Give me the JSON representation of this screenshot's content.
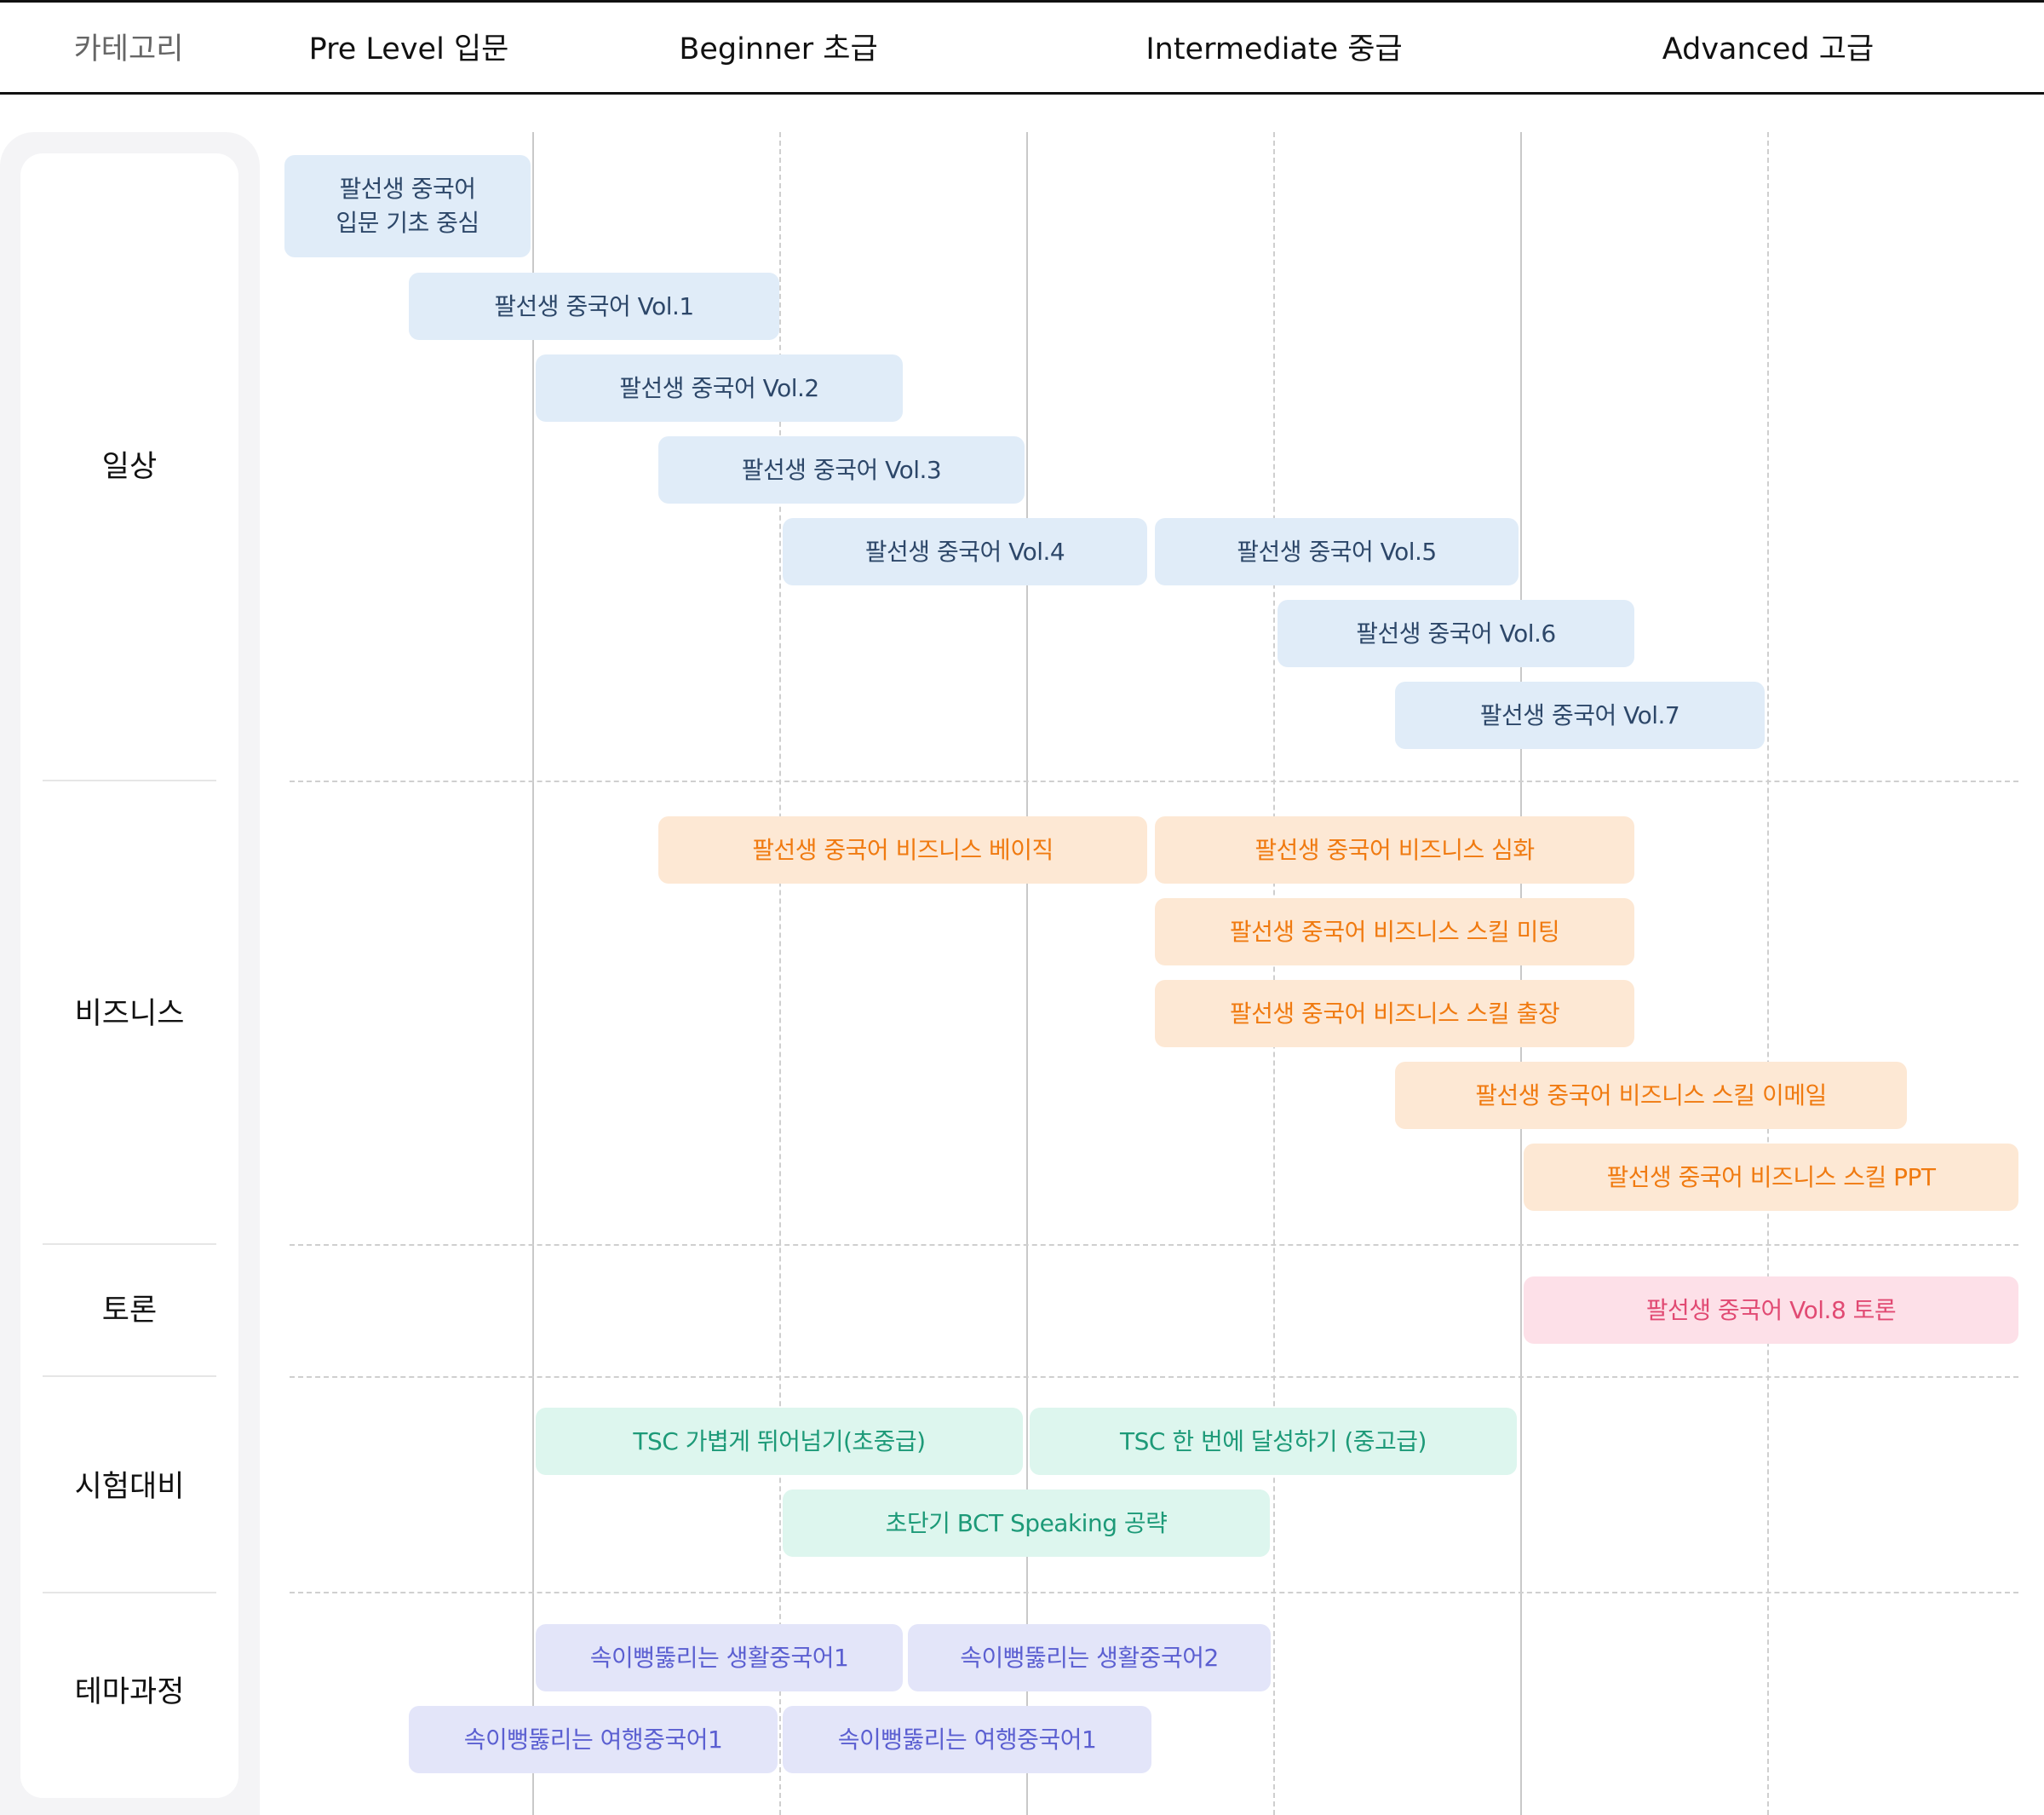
{
  "header": {
    "category": "카테고리",
    "levels": [
      "Pre Level 입문",
      "Beginner 초급",
      "Intermediate 중급",
      "Advanced 고급"
    ]
  },
  "categories": [
    "일상",
    "비즈니스",
    "토론",
    "시험대비",
    "테마과정"
  ],
  "colors": {
    "daily_bg": "#e0ecf8",
    "daily_text": "#2d4769",
    "business_bg": "#fde8d4",
    "business_text": "#f07a10",
    "debate_bg": "#fde0e8",
    "debate_text": "#e14a73",
    "exam_bg": "#ddf6ee",
    "exam_text": "#1d9a78",
    "theme_bg": "#e3e5f9",
    "theme_text": "#5b5fd1"
  },
  "courses": {
    "daily": {
      "intro_line1": "팔선생 중국어",
      "intro_line2": "입문 기초 중심",
      "vol1": "팔선생 중국어 Vol.1",
      "vol2": "팔선생 중국어 Vol.2",
      "vol3": "팔선생 중국어 Vol.3",
      "vol4": "팔선생 중국어 Vol.4",
      "vol5": "팔선생 중국어 Vol.5",
      "vol6": "팔선생 중국어 Vol.6",
      "vol7": "팔선생 중국어 Vol.7"
    },
    "business": {
      "basic": "팔선생 중국어 비즈니스 베이직",
      "advanced": "팔선생 중국어 비즈니스 심화",
      "meeting": "팔선생 중국어 비즈니스 스킬 미팅",
      "trip": "팔선생 중국어 비즈니스 스킬 출장",
      "email": "팔선생 중국어 비즈니스 스킬 이메일",
      "ppt": "팔선생 중국어 비즈니스 스킬 PPT"
    },
    "debate": {
      "vol8": "팔선생 중국어 Vol.8 토론"
    },
    "exam": {
      "tsc_basic": "TSC 가볍게 뛰어넘기(초중급)",
      "tsc_adv": "TSC 한 번에 달성하기 (중고급)",
      "bct": "초단기 BCT Speaking 공략"
    },
    "theme": {
      "life1": "속이뻥뚫리는 생활중국어1",
      "life2": "속이뻥뚫리는 생활중국어2",
      "travel1": "속이뻥뚫리는 여행중국어1",
      "travel2": "속이뻥뚫리는 여행중국어1"
    }
  }
}
